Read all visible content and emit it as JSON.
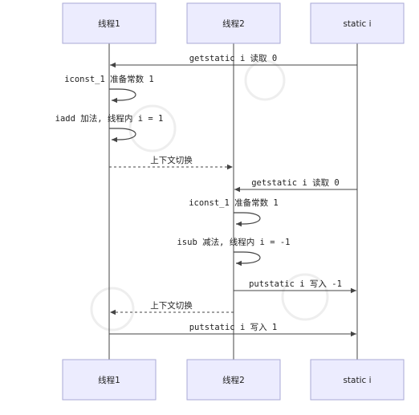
{
  "participants": [
    {
      "id": "t1",
      "label": "线程1"
    },
    {
      "id": "t2",
      "label": "线程2"
    },
    {
      "id": "si",
      "label": "static i"
    }
  ],
  "messages": [
    {
      "from": "si",
      "to": "t1",
      "label": "getstatic i 读取 0",
      "style": "solid"
    },
    {
      "from": "t1",
      "to": "t1",
      "label": "iconst_1 准备常数 1",
      "style": "self"
    },
    {
      "from": "t1",
      "to": "t1",
      "label": "iadd 加法, 线程内 i = 1",
      "style": "self"
    },
    {
      "from": "t1",
      "to": "t2",
      "label": "上下文切换",
      "style": "dashed"
    },
    {
      "from": "si",
      "to": "t2",
      "label": "getstatic i 读取 0",
      "style": "solid"
    },
    {
      "from": "t2",
      "to": "t2",
      "label": "iconst_1 准备常数 1",
      "style": "self"
    },
    {
      "from": "t2",
      "to": "t2",
      "label": "isub 减法, 线程内 i = -1",
      "style": "self"
    },
    {
      "from": "t2",
      "to": "si",
      "label": "putstatic i 写入 -1",
      "style": "solid"
    },
    {
      "from": "t2",
      "to": "t1",
      "label": "上下文切换",
      "style": "dashed"
    },
    {
      "from": "t1",
      "to": "si",
      "label": "putstatic i 写入 1",
      "style": "solid"
    }
  ],
  "colors": {
    "participant_fill": "#ececfe",
    "participant_border": "#a9a9d6",
    "line": "#444444"
  }
}
